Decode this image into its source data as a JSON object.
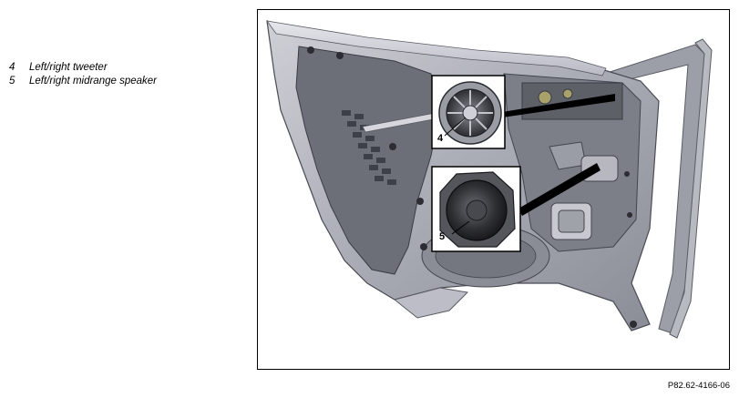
{
  "legend": {
    "items": [
      {
        "number": "4",
        "label": "Left/right tweeter"
      },
      {
        "number": "5",
        "label": "Left/right midrange speaker"
      }
    ]
  },
  "figure": {
    "callouts": [
      {
        "number": "4"
      },
      {
        "number": "5"
      }
    ],
    "reference_code": "P82.62-4166-06"
  }
}
